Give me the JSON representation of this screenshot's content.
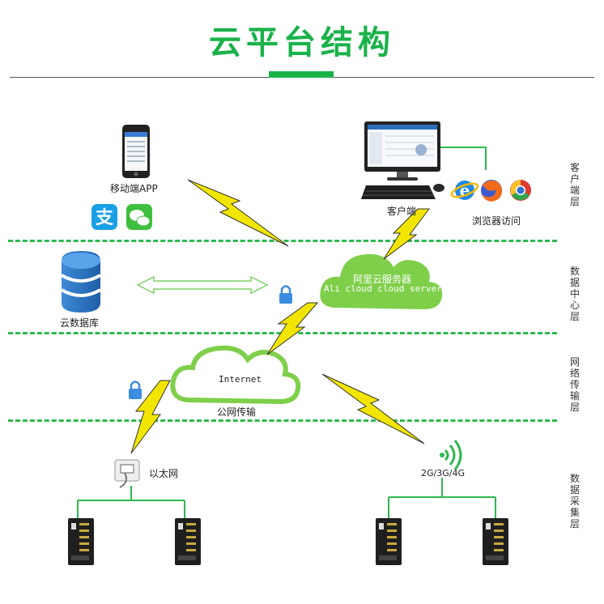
{
  "title": "云平台结构",
  "layers": {
    "client": "客户端层",
    "data_center": "数据中心层",
    "network": "网络传输层",
    "collection": "数据采集层"
  },
  "nodes": {
    "mobile_app": "移动端APP",
    "client_terminal": "客户端",
    "browser_access": "浏览器访问",
    "cloud_database": "云数据库",
    "ali_cloud_title": "阿里云服务器",
    "ali_cloud_subtitle": "Ali cloud  cloud server",
    "internet": "Internet",
    "public_network": "公网传输",
    "ethernet": "以太网",
    "mobile_network": "2G/3G/4G"
  },
  "colors": {
    "accent_green": "#1ab24a",
    "dash_green": "#2fb84f",
    "lightning_yellow": "#f2e600",
    "cloud_green": "#7fcf4a"
  },
  "icons": [
    "phone-icon",
    "alipay-icon",
    "wechat-icon",
    "monitor-icon",
    "keyboard-icon",
    "mouse-icon",
    "ie-icon",
    "firefox-icon",
    "chrome-icon",
    "database-icon",
    "lock-icon",
    "ethernet-port-icon",
    "wifi-signal-icon",
    "device-module-icon"
  ]
}
